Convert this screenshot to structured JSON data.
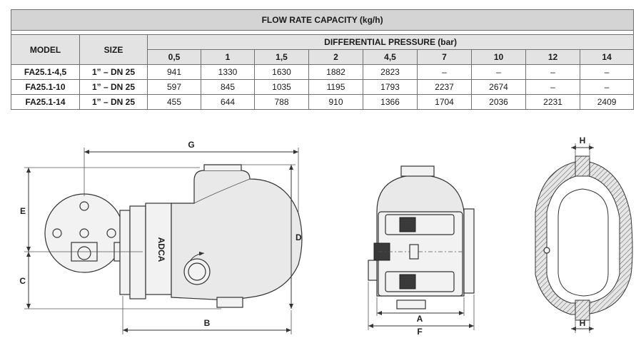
{
  "table": {
    "title": "FLOW RATE CAPACITY (kg/h)",
    "model_header": "MODEL",
    "size_header": "SIZE",
    "pressure_header": "DIFFERENTIAL PRESSURE (bar)",
    "pressures": [
      "0,5",
      "1",
      "1,5",
      "2",
      "4,5",
      "7",
      "10",
      "12",
      "14"
    ],
    "rows": [
      {
        "model": "FA25.1-4,5",
        "size": "1” – DN 25",
        "values": [
          "941",
          "1330",
          "1630",
          "1882",
          "2823",
          "–",
          "–",
          "–",
          "–"
        ]
      },
      {
        "model": "FA25.1-10",
        "size": "1” – DN 25",
        "values": [
          "597",
          "845",
          "1035",
          "1195",
          "1793",
          "2237",
          "2674",
          "–",
          "–"
        ]
      },
      {
        "model": "FA25.1-14",
        "size": "1” – DN 25",
        "values": [
          "455",
          "644",
          "788",
          "910",
          "1366",
          "1704",
          "2036",
          "2231",
          "2409"
        ]
      }
    ]
  },
  "drawing": {
    "dims": {
      "g": "G",
      "e": "E",
      "c": "C",
      "d": "D",
      "b": "B",
      "a": "A",
      "f": "F",
      "h_top": "H",
      "h_bottom": "H"
    },
    "plate_text": "ADCA"
  }
}
